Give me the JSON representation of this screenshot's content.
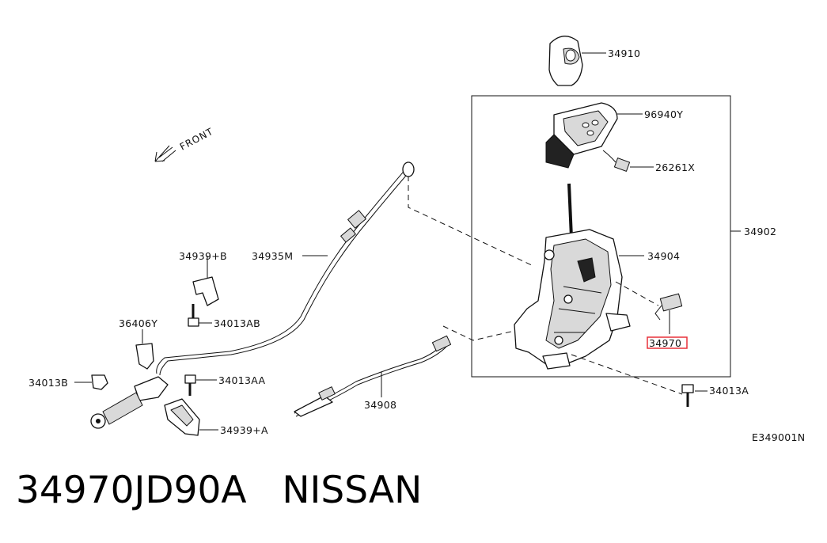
{
  "diagram": {
    "front_label": "FRONT",
    "figure_id": "E349001N",
    "highlight_color": "#e8303a",
    "parts": {
      "knob": "34910",
      "indicator": "96940Y",
      "connector": "26261X",
      "device_assembly": "34902",
      "control_device": "34904",
      "switch_highlighted": "34970",
      "bolt_a": "34013A",
      "cable_main": "34935M",
      "bracket_b": "34939+B",
      "bolt_ab": "34013AB",
      "clip": "36406Y",
      "bolt_b": "34013B",
      "bolt_aa": "34013AA",
      "bracket_a": "34939+A",
      "cable_secondary": "34908"
    }
  },
  "caption": {
    "part_number": "34970JD90A",
    "brand": "NISSAN"
  }
}
